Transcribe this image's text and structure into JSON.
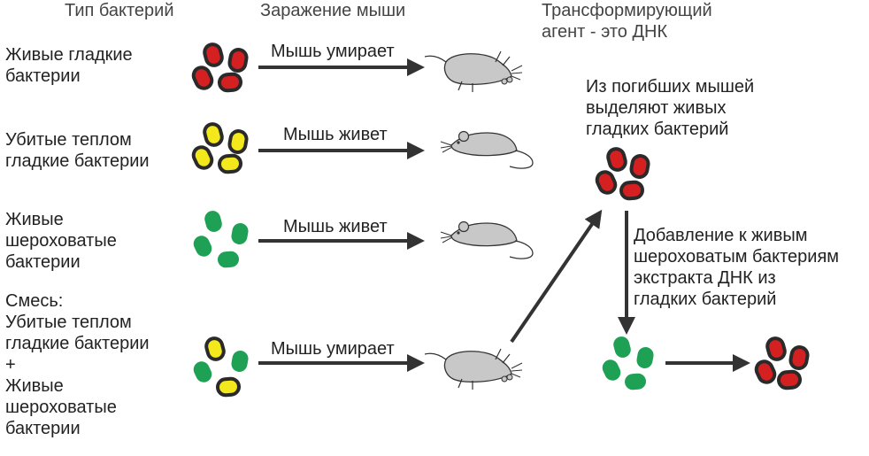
{
  "headers": {
    "type": "Тип бактерий",
    "infection": "Заражение мыши",
    "transform": "Трансформирующий\nагент - это ДНК"
  },
  "rows": [
    {
      "label": "Живые гладкие\nбактерии",
      "outcome": "Мышь умирает",
      "bacteria": "red",
      "mouse": "dead"
    },
    {
      "label": "Убитые теплом\nгладкие бактерии",
      "outcome": "Мышь живет",
      "bacteria": "yellow",
      "mouse": "alive"
    },
    {
      "label": "Живые\nшероховатые\nбактерии",
      "outcome": "Мышь живет",
      "bacteria": "green",
      "mouse": "alive"
    },
    {
      "label": "Смесь:\nУбитые теплом\nгладкие бактерии\n+\nЖивые\nшероховатые\nбактерии",
      "outcome": "Мышь умирает",
      "bacteria": "mixed",
      "mouse": "dead"
    }
  ],
  "notes": {
    "isolated": "Из погибших мышей\nвыделяют живых\nгладких бактерий",
    "dna_added": "Добавление к живым\nшероховатым бактериям\nэкстракта ДНК из\nгладких бактерий"
  },
  "colors": {
    "red": "#d42020",
    "yellow": "#f3e81c",
    "green": "#1ea055",
    "outline": "#2a2a2a",
    "mouse": "#c8c8c8",
    "arrow": "#333333"
  }
}
